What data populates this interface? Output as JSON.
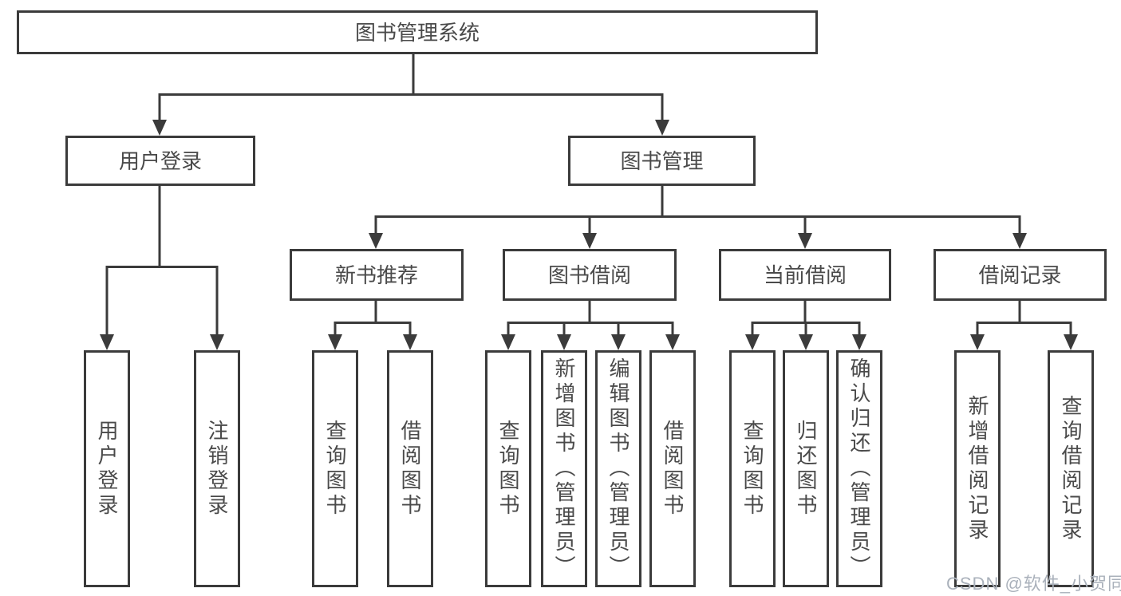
{
  "colors": {
    "line": "#3b3b3b",
    "box_border": "#3b3b3b",
    "text": "#4a4a4a",
    "watermark_text": "#aab1bb",
    "background": "#ffffff"
  },
  "watermark": "CSDN @软件_小贺同学",
  "diagram": {
    "type": "hierarchy-tree",
    "root": {
      "label": "图书管理系统"
    },
    "branches": [
      {
        "label": "用户登录",
        "children": [
          "用户登录",
          "注销登录"
        ]
      },
      {
        "label": "图书管理",
        "sections": [
          {
            "label": "新书推荐",
            "children": [
              "查询图书",
              "借阅图书"
            ]
          },
          {
            "label": "图书借阅",
            "children": [
              "查询图书",
              "新增图书（管理员）",
              "编辑图书（管理员）",
              "借阅图书"
            ]
          },
          {
            "label": "当前借阅",
            "children": [
              "查询图书",
              "归还图书",
              "确认归还（管理员）"
            ]
          },
          {
            "label": "借阅记录",
            "children": [
              "新增借阅记录",
              "查询借阅记录"
            ]
          }
        ]
      }
    ]
  }
}
